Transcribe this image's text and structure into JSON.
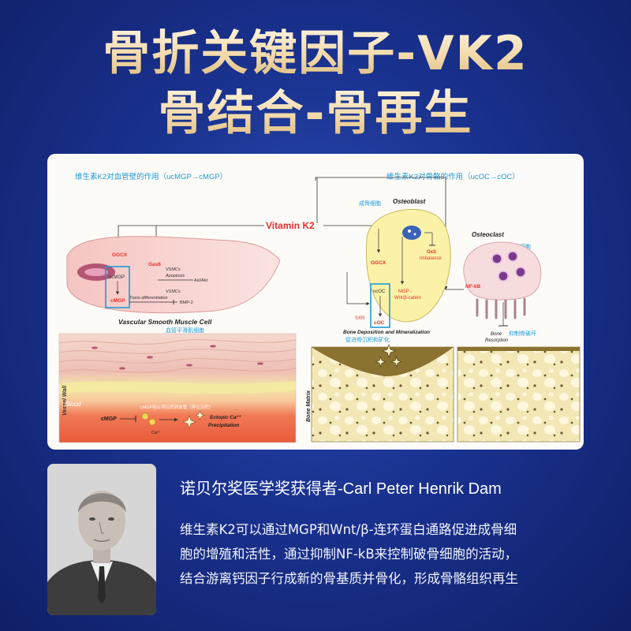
{
  "header": {
    "line1": "骨折关键因子-VK2",
    "line2": "骨结合-骨再生"
  },
  "diagram": {
    "left_heading": "维生素K2对血管壁的作用（ucMGP→cMGP）",
    "right_heading": "维生素K2对骨骼的作用（ucOC→cOC）",
    "vitamin": "Vitamin K2",
    "ggcx_left": "GGCX",
    "ucmgp": "ucMGP",
    "cmgp": "cMGP",
    "gas6": "Gas6",
    "vsmcs_apoptosis_1": "VSMCs",
    "vsmcs_apoptosis_2": "Apoptosis",
    "axl_akt": "Axl/Akt",
    "vsmcs_trans_1": "VSMCs",
    "vsmcs_trans_2": "Trans-differentiation",
    "bmp2": "BMP-2",
    "vsmc_label": "Vascular Smooth Muscle Cell",
    "vsmc_cn": "血管平滑肌细胞",
    "vessel_wall": "Vessel Wall",
    "blood": "Blood",
    "blood_note": "cMGP阻止钙沉积到血管（异位沉积）",
    "cmgp_blood": "cMGP",
    "ca2": "Ca²⁺",
    "ectopic_1": "Ectopic Ca²⁺",
    "ectopic_2": "Precipitation",
    "osteoblast_cn": "成骨细胞",
    "osteoblast": "Osteoblast",
    "ggcx_right": "GGCX",
    "oxs_1": "OxS",
    "oxs_2": "Imbalance",
    "mgp_1": "MGP -",
    "mgp_2": "Wnt/β-catein",
    "ucoc": "ucOC",
    "coc": "cOC",
    "sxr": "SXR",
    "osteoclast": "Osteoclast",
    "osteoclast_cn": "破骨细胞",
    "nfkb": "NF-kB",
    "bone_dep": "Bone Deposition and Mineralization",
    "bone_dep_cn": "促进骨沉积和矿化",
    "bone_res_1": "Bone",
    "bone_res_2": "Resorption",
    "inhibit_cn": "抑制骨破坏",
    "bone_matrix": "Bone Matrix"
  },
  "info": {
    "title": "诺贝尔奖医学奖获得者-Carl Peter Henrik Dam",
    "line1": "维生素K2可以通过MGP和Wnt/β-连环蛋白通路促进成骨细",
    "line2": "胞的增殖和活性，通过抑制NF-kB来控制破骨细胞的活动，",
    "line3": "结合游离钙因子行成新的骨基质并骨化，形成骨骼组织再生"
  },
  "colors": {
    "accent_red": "#e8302a",
    "accent_blue": "#1e9ad6",
    "title_gold": "#f2d9a8",
    "bg_blue": "#1a3290"
  }
}
